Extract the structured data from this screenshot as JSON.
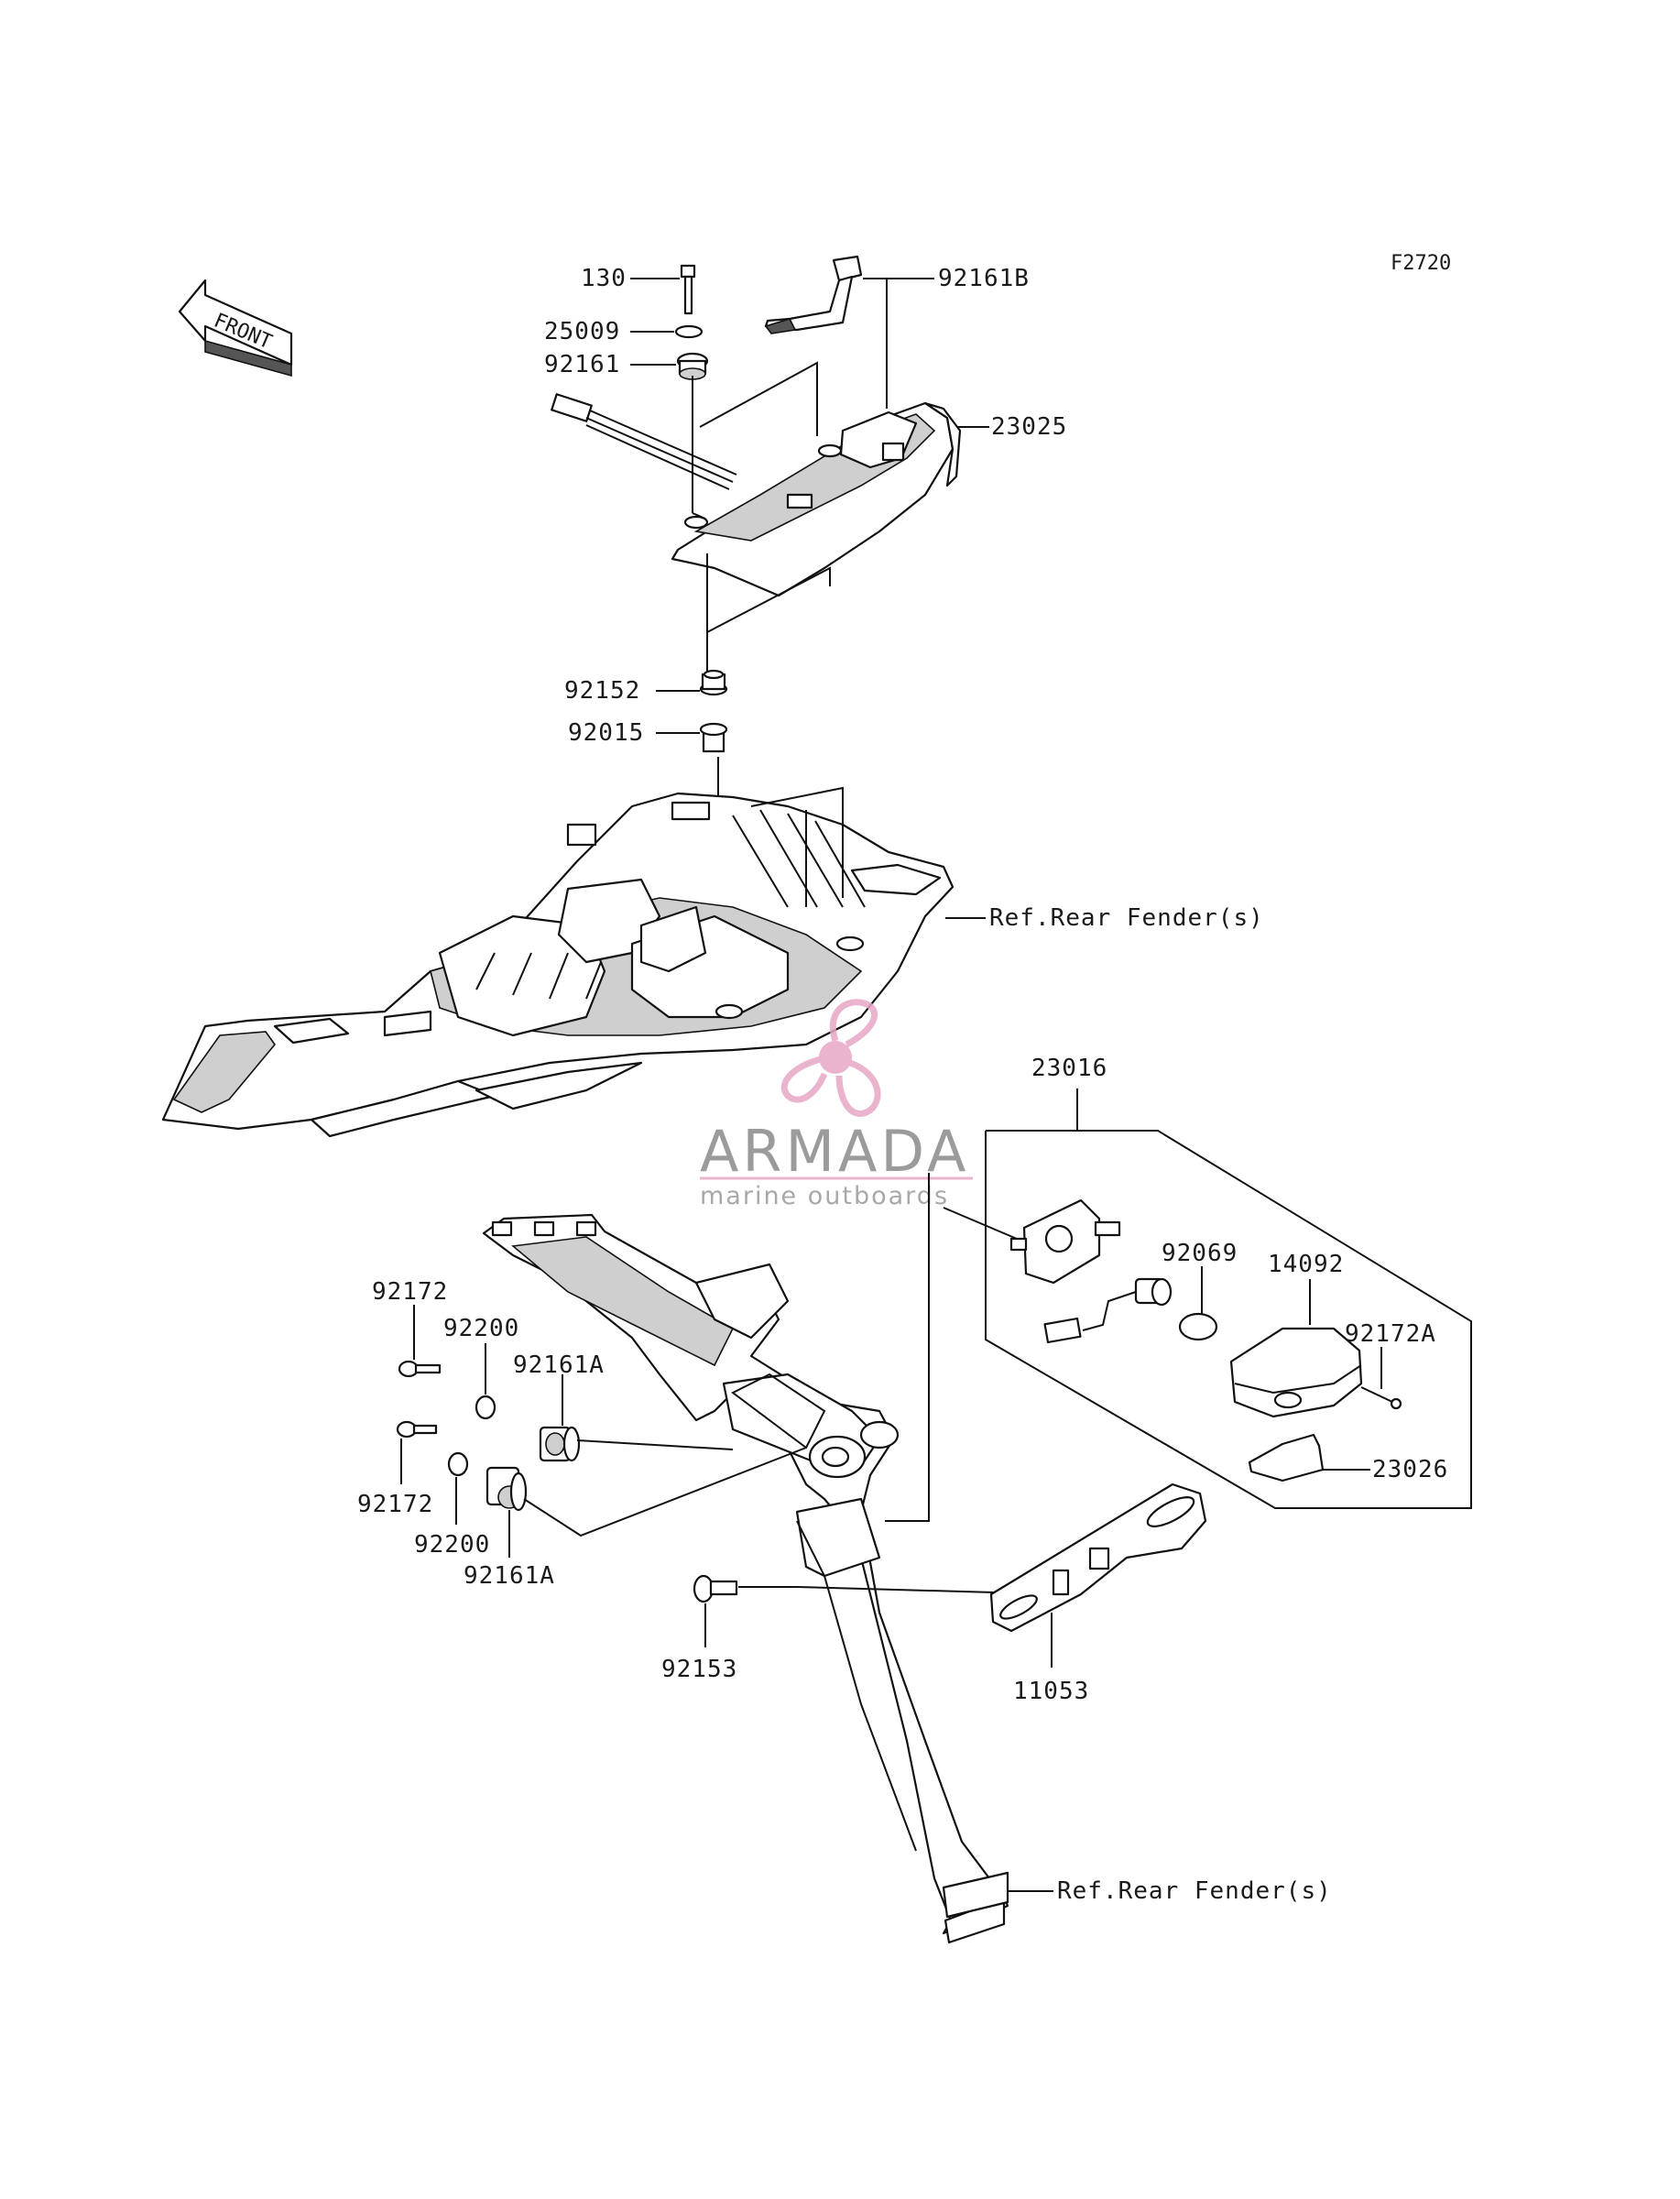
{
  "figure_code": "F2720",
  "front_label": "FRONT",
  "watermark": {
    "brand": "ARMADA",
    "tagline": "marine outboards",
    "accent_color": "#e8a7c6"
  },
  "callouts": {
    "c130": "130",
    "c25009": "25009",
    "c92161": "92161",
    "c92161B": "92161B",
    "c23025": "23025",
    "c92152": "92152",
    "c92015": "92015",
    "ref_fender_1": "Ref.Rear Fender(s)",
    "c23016": "23016",
    "c92069": "92069",
    "c14092": "14092",
    "c92172A": "92172A",
    "c23026": "23026",
    "c92172_a": "92172",
    "c92200_a": "92200",
    "c92161A_a": "92161A",
    "c92172_b": "92172",
    "c92200_b": "92200",
    "c92161A_b": "92161A",
    "c92153": "92153",
    "c11053": "11053",
    "ref_fender_2": "Ref.Rear Fender(s)"
  }
}
